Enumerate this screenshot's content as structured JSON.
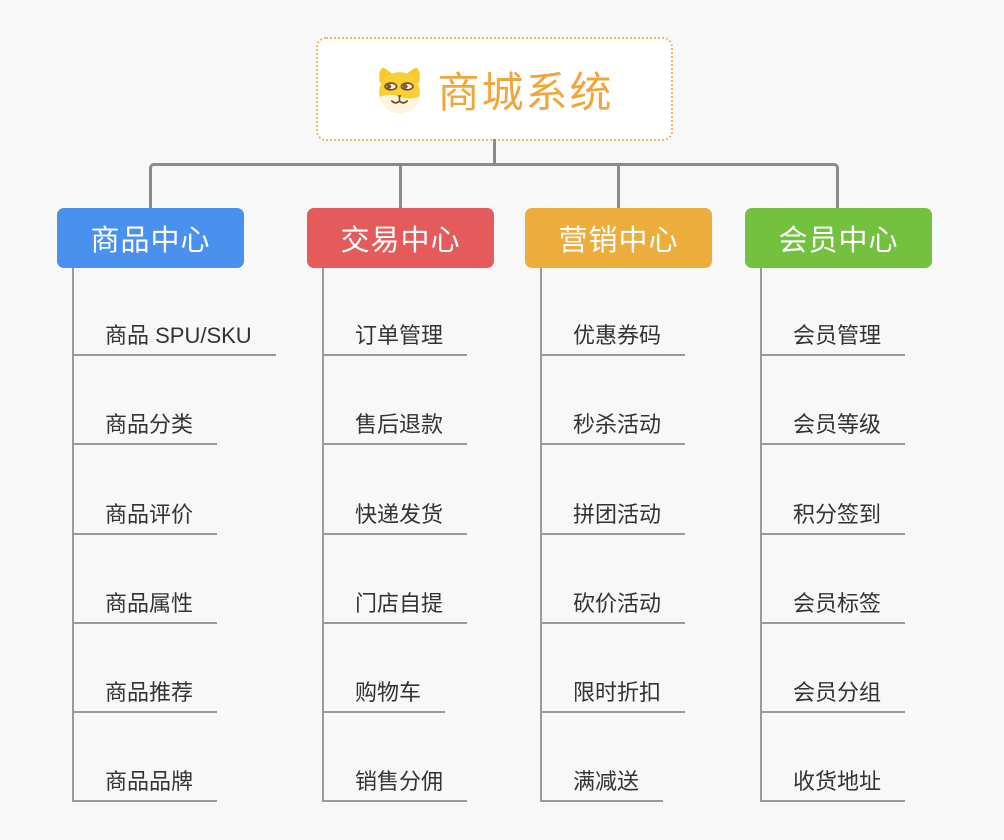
{
  "canvas": {
    "background_color": "#f8f8f8",
    "connector_color": "#8b8b8b",
    "branch_line_color": "#9a9a9a"
  },
  "root": {
    "title": "商城系统",
    "title_color": "#f0a63a",
    "border_color": "#f3b464",
    "icon": "dog-face-icon"
  },
  "branches": [
    {
      "label": "商品中心",
      "color": "#4a90ee",
      "items": [
        "商品 SPU/SKU",
        "商品分类",
        "商品评价",
        "商品属性",
        "商品推荐",
        "商品品牌"
      ]
    },
    {
      "label": "交易中心",
      "color": "#e55b5b",
      "items": [
        "订单管理",
        "售后退款",
        "快递发货",
        "门店自提",
        "购物车",
        "销售分佣"
      ]
    },
    {
      "label": "营销中心",
      "color": "#ecad3d",
      "items": [
        "优惠券码",
        "秒杀活动",
        "拼团活动",
        "砍价活动",
        "限时折扣",
        "满减送"
      ]
    },
    {
      "label": "会员中心",
      "color": "#73c13e",
      "items": [
        "会员管理",
        "会员等级",
        "积分签到",
        "会员标签",
        "会员分组",
        "收货地址"
      ]
    }
  ]
}
